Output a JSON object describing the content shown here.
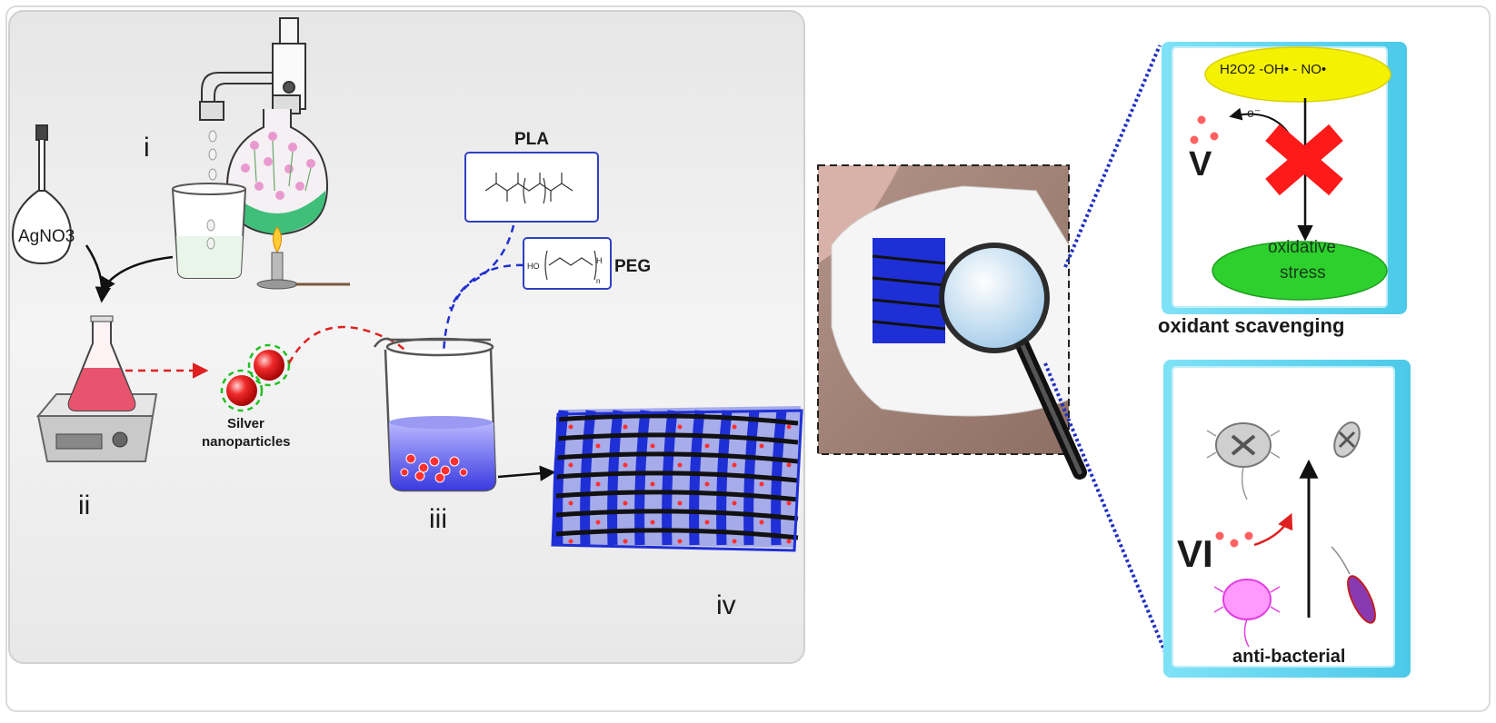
{
  "labels": {
    "step_i": "i",
    "step_ii": "ii",
    "step_iii": "iii",
    "step_iv": "iv",
    "step_v": "V",
    "step_vi": "VI",
    "agno3": "AgNO3",
    "silver_line1": "Silver",
    "silver_line2": "nanoparticles",
    "pla": "PLA",
    "peg": "PEG",
    "oxidants": "H2O2 -OH• - NO•",
    "electron": "e⁻",
    "oxidative_line1": "oxidative",
    "oxidative_line2": "stress",
    "oxidant_scavenging": "oxidant scavenging",
    "anti_bacterial": "anti-bacterial"
  },
  "colors": {
    "panel_gray": "#ececec",
    "cyan_border": "#5fd3ef",
    "blue_fiber": "#1f2fd6",
    "dashed_red": "#e02020",
    "dashed_blue": "#2030d0",
    "cross_red": "#ff1a1a",
    "oxidant_yellow": "#f4f200",
    "stress_green": "#2ed02e",
    "nanoparticle_red": "#e31b1b"
  },
  "icons": [
    "distillation-apparatus-icon",
    "volumetric-flask-icon",
    "beaker-icon",
    "bunsen-burner-icon",
    "erlenmeyer-on-stirrer-icon",
    "magnifying-glass-icon",
    "bacteria-icon",
    "red-cross-icon"
  ]
}
